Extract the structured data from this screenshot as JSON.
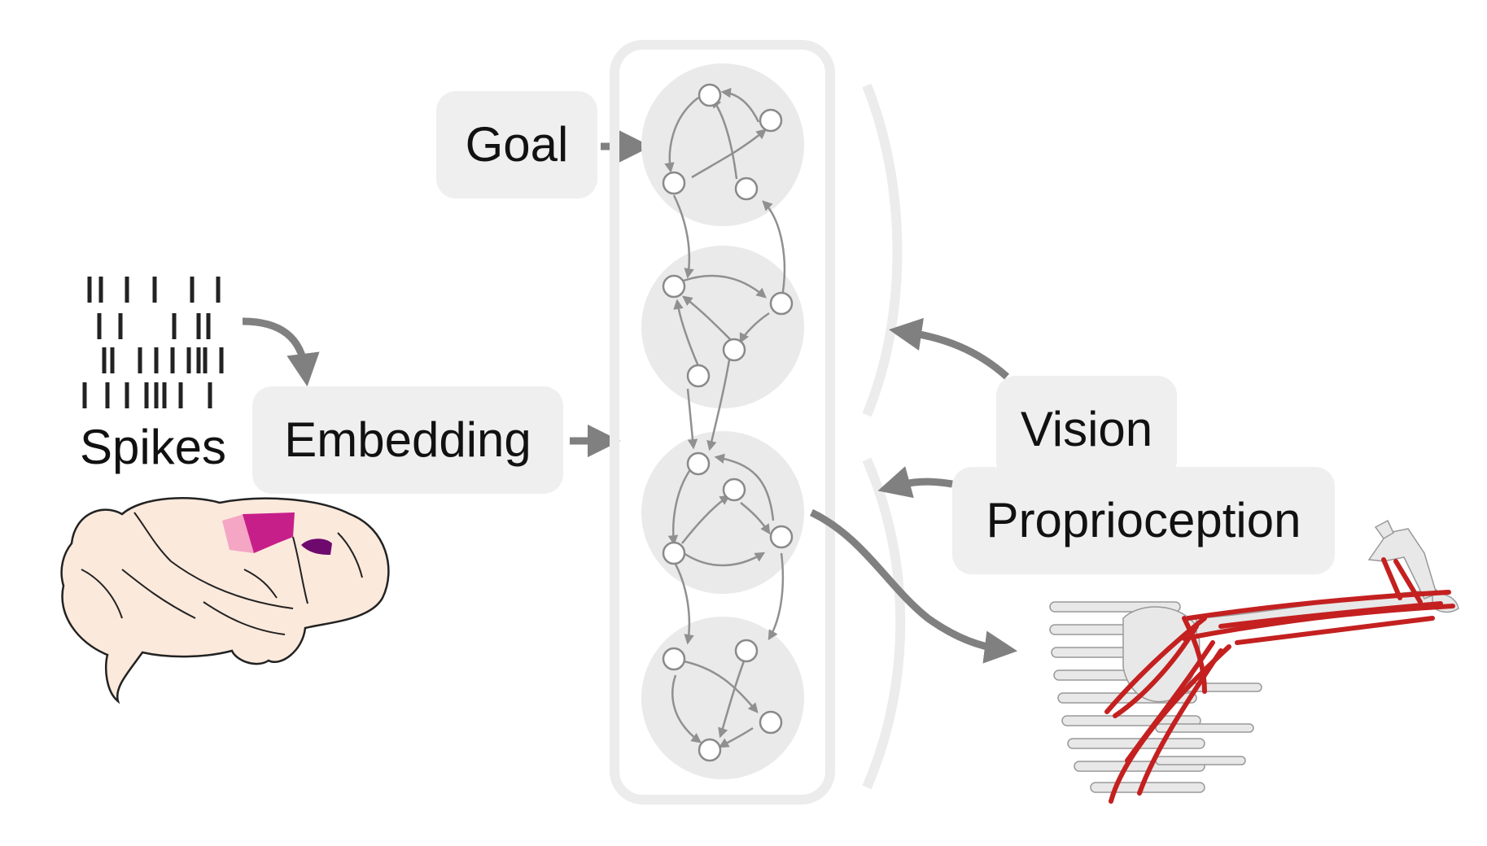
{
  "labels": {
    "goal": "Goal",
    "embedding": "Embedding",
    "spikes": "Spikes",
    "vision": "Vision",
    "proprioception": "Proprioception"
  },
  "colors": {
    "box_fill": "#efefef",
    "arrow": "#808080",
    "node_stroke": "#8a8a8a",
    "module_fill": "#eaeaea",
    "brain_fill": "#fbe9dc",
    "region_light": "#f4a6c4",
    "region_mid": "#c71f8a",
    "region_dark": "#6e0a6e",
    "muscle": "#c42020",
    "bone": "#e8e8e8"
  },
  "icons": {
    "raster": "spike-raster-icon",
    "brain": "monkey-brain-icon",
    "arm": "musculoskeletal-arm-icon"
  }
}
